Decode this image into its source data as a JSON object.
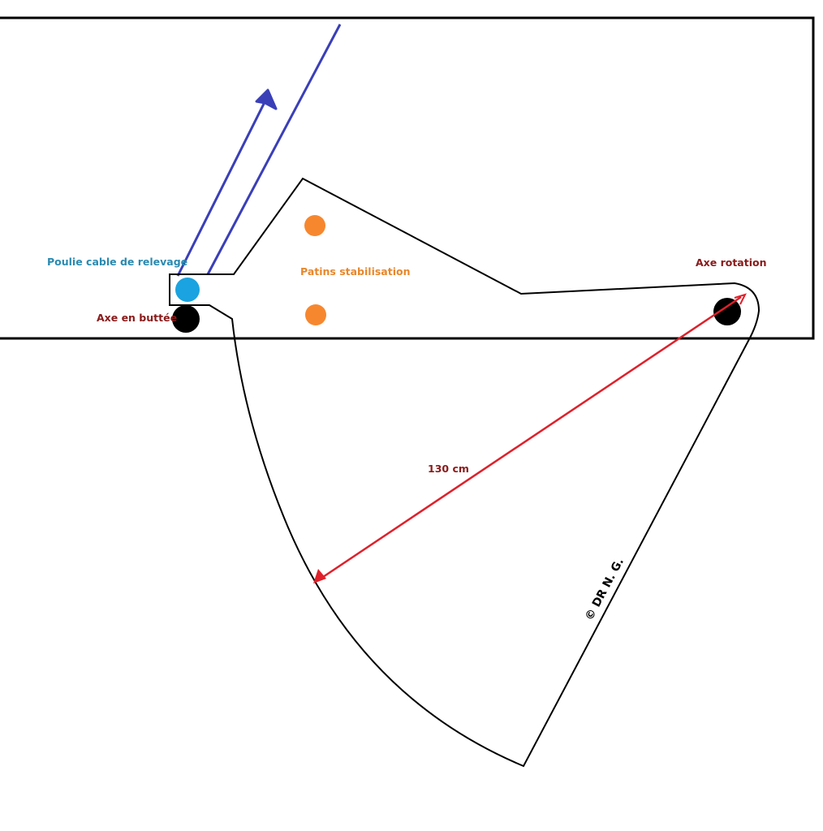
{
  "labels": {
    "pulley": "Poulie cable de relevage",
    "stop_axle": "Axe en buttée",
    "pads": "Patins stabilisation",
    "rotation_axis": "Axe rotation",
    "dimension": "130 cm",
    "copyright": "© DR N. G."
  },
  "colors": {
    "outline": "#000000",
    "pulley": "#1aa3e0",
    "pulley_text": "#2a8ab0",
    "pads": "#f7872e",
    "pads_text": "#e8872b",
    "axle_text": "#8b1a1a",
    "dimension": "#e0202a",
    "cable": "#3a3fb8"
  },
  "icons": [
    "pulley-circle",
    "stop-axle-circle",
    "pad-circle",
    "rotation-axle-circle",
    "cable-arrow",
    "dimension-arrow"
  ]
}
